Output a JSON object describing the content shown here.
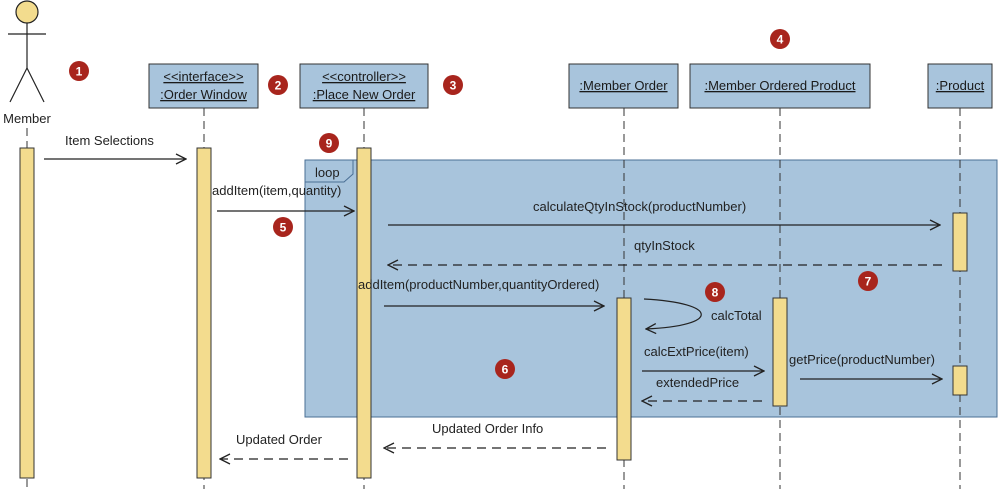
{
  "colors": {
    "loop_fill": "#a8c4dc",
    "loop_stroke": "#4a6f95",
    "header_fill": "#a8c4dc",
    "activation_fill": "#f3dc8e",
    "marker_fill": "#a8251d",
    "line": "#222222"
  },
  "actor": {
    "name": "Member",
    "icon": "stick-figure-icon"
  },
  "lifelines": [
    {
      "id": "order-window",
      "line1": "<<interface>>",
      "line2": ":Order Window"
    },
    {
      "id": "place-new-order",
      "line1": "<<controller>>",
      "line2": ":Place New Order"
    },
    {
      "id": "member-order",
      "line1": ":Member Order"
    },
    {
      "id": "member-ordered-product",
      "line1": ":Member Ordered Product"
    },
    {
      "id": "product",
      "line1": ":Product"
    }
  ],
  "loop_label": "loop",
  "messages": {
    "item_selections": "Item Selections",
    "add_item": "addItem(item,quantity)",
    "calculate_qty": "calculateQtyInStock(productNumber)",
    "qty_in_stock": "qtyInStock",
    "add_item_product": "addItem(productNumber,quantityOrdered)",
    "calc_total": "calcTotal",
    "calc_ext_price": "calcExtPrice(item)",
    "extended_price": "extendedPrice",
    "get_price": "getPrice(productNumber)",
    "updated_order_info": "Updated Order Info",
    "updated_order": "Updated Order"
  },
  "markers": [
    "1",
    "2",
    "3",
    "4",
    "5",
    "6",
    "7",
    "8",
    "9"
  ]
}
